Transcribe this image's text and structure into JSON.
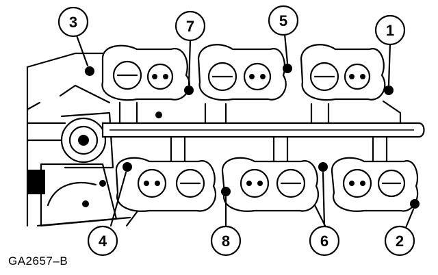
{
  "figure": {
    "id_label": "GA2657–B"
  },
  "callouts": [
    {
      "label": "3"
    },
    {
      "label": "7"
    },
    {
      "label": "5"
    },
    {
      "label": "1"
    },
    {
      "label": "4"
    },
    {
      "label": "8"
    },
    {
      "label": "6"
    },
    {
      "label": "2"
    }
  ],
  "colors": {
    "ink": "#000000",
    "background": "#ffffff"
  }
}
